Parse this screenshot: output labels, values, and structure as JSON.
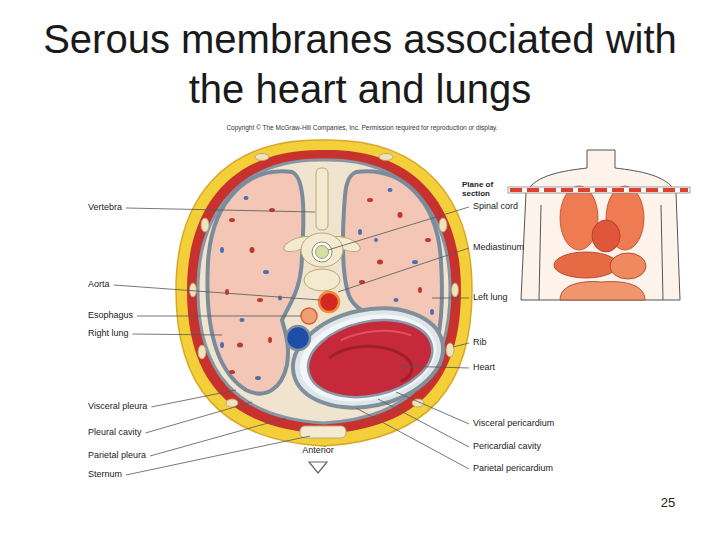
{
  "diagram": {
    "title": "Serous membranes associated with the heart and lungs",
    "labels": [
      "Copyright © The McGraw-Hill Companies, Inc. Permission required for reproduction or display.",
      "Plane of section",
      "Vertebra",
      "Spinal cord",
      "Mediastinum",
      "Aorta",
      "Left lung",
      "Esophagus",
      "Right lung",
      "Rib",
      "Heart",
      "Visceral pleura",
      "Visceral pericardium",
      "Pleural cavity",
      "Pericardial cavity",
      "Parietal pleura",
      "Parietal pericardium",
      "Sternum",
      "Anterior",
      "25"
    ]
  }
}
